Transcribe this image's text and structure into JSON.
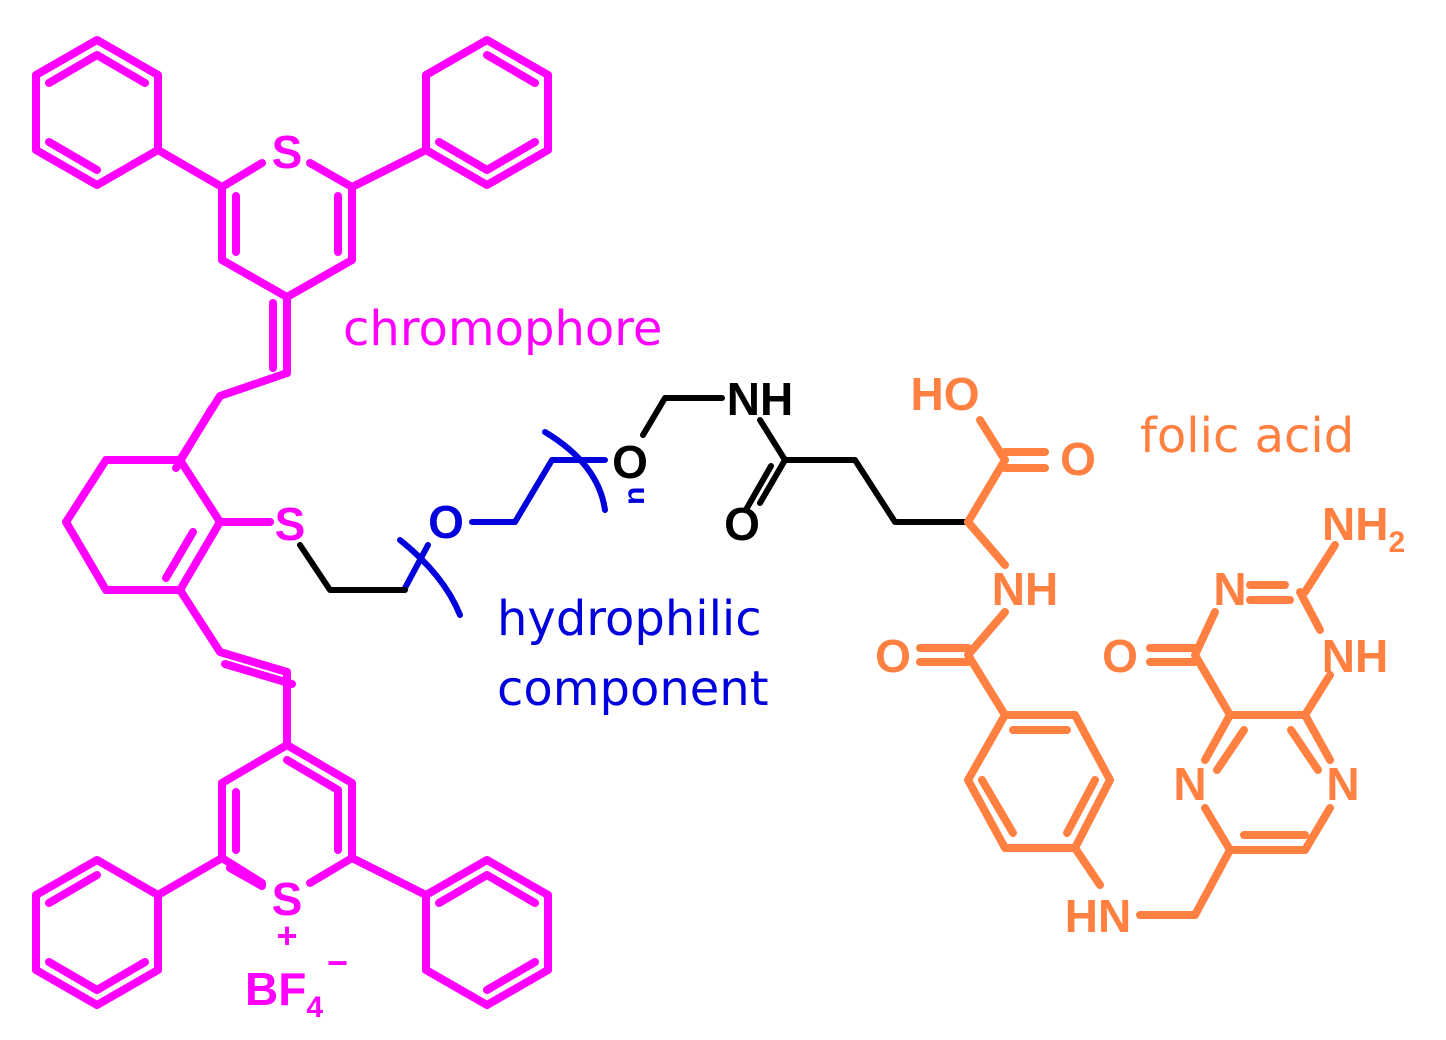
{
  "colors": {
    "chromophore": "#ff00ff",
    "hydrophilic": "#0000dd",
    "linker": "#000000",
    "folic_acid": "#ff8040"
  },
  "labels": {
    "chromophore": "chromophore",
    "hydrophilic_line1": "hydrophilic",
    "hydrophilic_line2": "component",
    "folic_acid": "folic acid"
  },
  "atoms": {
    "s_top": "S",
    "s_thioether": "S",
    "s_bottom": "S",
    "plus": "+",
    "bf4_main": "BF",
    "bf4_sub": "4",
    "bf4_charge": "−",
    "o_peg1": "O",
    "o_peg2": "O",
    "peg_n": "n",
    "nh_amide": "NH",
    "o_amide": "O",
    "ho_acid": "HO",
    "o_acid": "O",
    "nh_glu": "NH",
    "o_benzamide": "O",
    "hn_amine": "HN",
    "nh2_main": "NH",
    "nh2_sub": "2",
    "n_pt1": "N",
    "nh_pt": "NH",
    "o_pt": "O",
    "n_pt2": "N",
    "n_pt3": "N"
  }
}
